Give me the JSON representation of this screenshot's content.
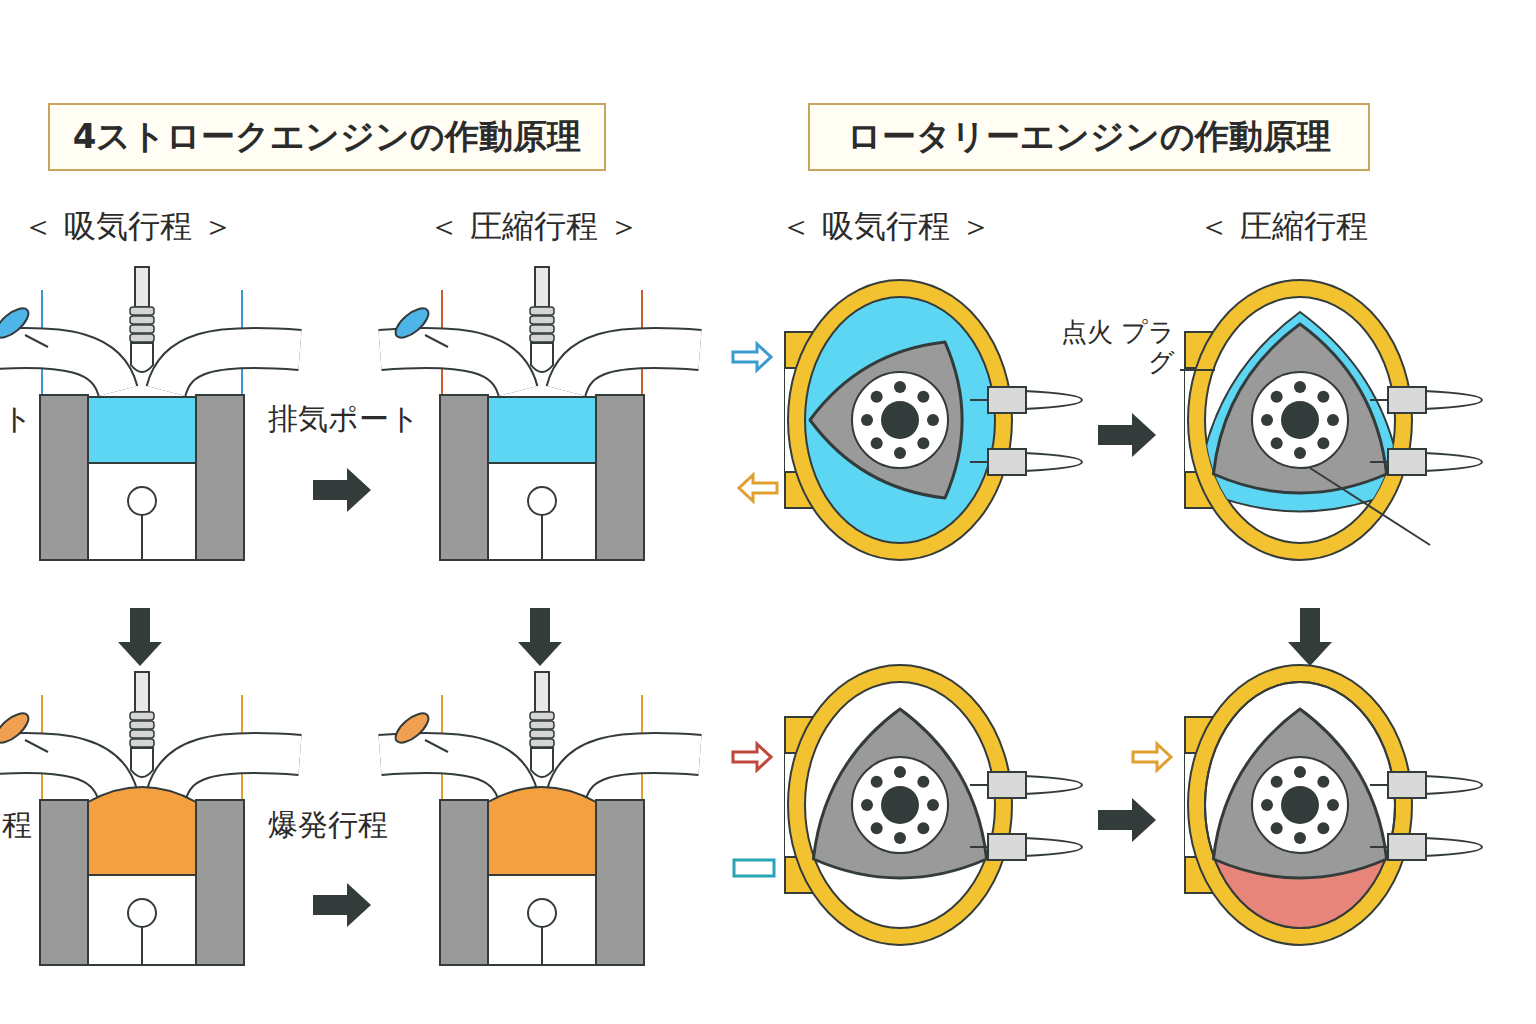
{
  "diagram": {
    "nodes": [
      {
        "text": [
          "4ストロークエンジンの作動原理"
        ]
      },
      {
        "text": [
          "ロータリーエンジンの作動原理"
        ]
      }
    ],
    "labels": [
      "＜ 吸気行程 ＞",
      "＜ 圧縮行程 ＞",
      "ト",
      "排気ポート",
      "程",
      "爆発行程",
      "＜ 吸気行程 ＞",
      "＜ 圧縮行程",
      "点火 プラグ"
    ]
  }
}
